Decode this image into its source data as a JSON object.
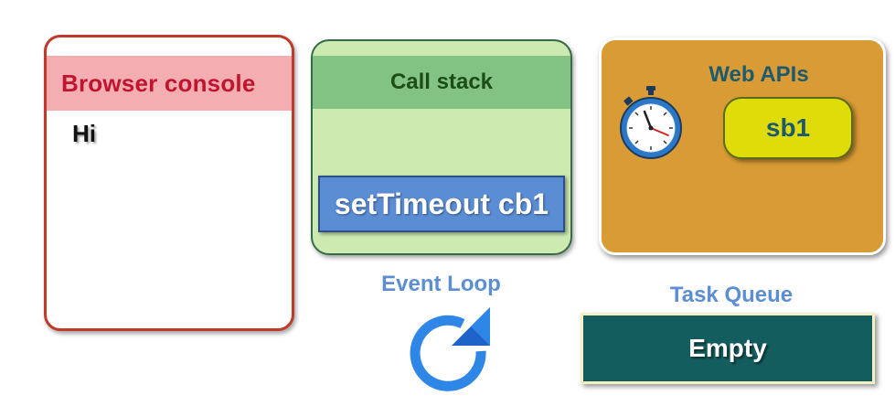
{
  "console": {
    "title": "Browser console",
    "output": [
      "Hi"
    ]
  },
  "callstack": {
    "title": "Call stack",
    "frames": [
      "setTimeout cb1"
    ]
  },
  "webapis": {
    "title": "Web APIs",
    "timer_icon": "stopwatch-icon",
    "items": [
      "sb1"
    ]
  },
  "eventloop": {
    "title": "Event Loop",
    "icon": "refresh-loop-icon"
  },
  "taskqueue": {
    "title": "Task Queue",
    "content": "Empty"
  },
  "colors": {
    "console_border": "#c0392b",
    "console_header": "#f4aeb2",
    "callstack_bg": "#cdebb1",
    "callstack_header": "#82c283",
    "stack_frame": "#5b8dd5",
    "webapis_bg": "#d99b35",
    "api_pill": "#dfdc0a",
    "taskqueue_bg": "#145d5e",
    "label_blue": "#5b8ed3"
  }
}
